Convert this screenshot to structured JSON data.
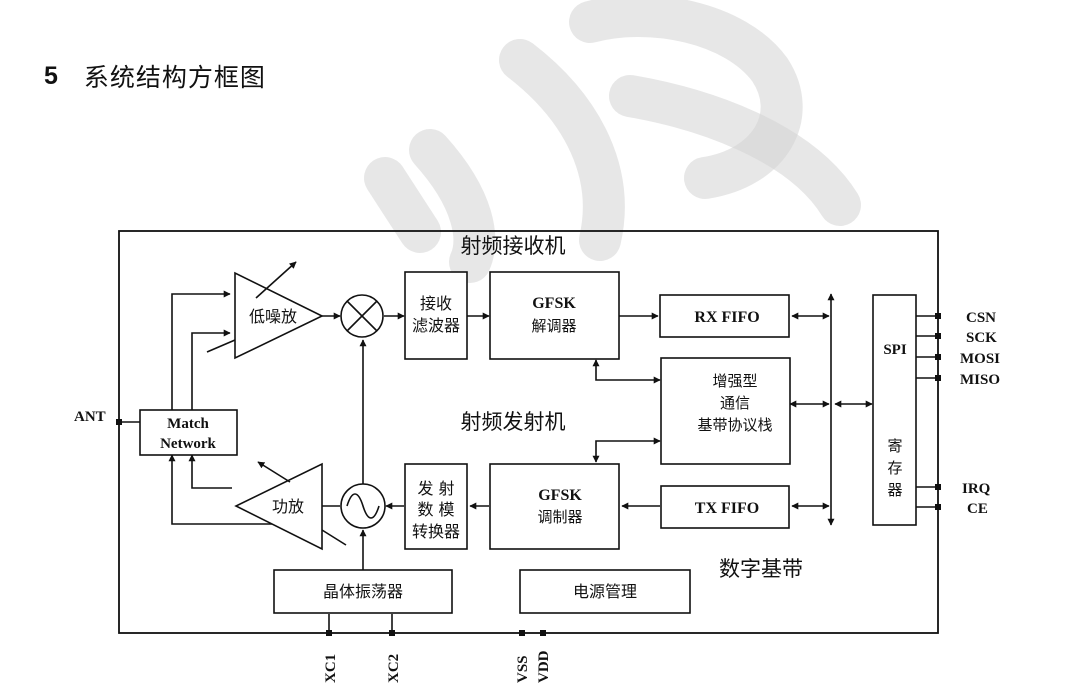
{
  "heading": {
    "number": "5",
    "title": "系统结构方框图"
  },
  "diagram": {
    "receiver_title": "射频接收机",
    "transmitter_title": "射频发射机",
    "baseband_title": "数字基带",
    "blocks": {
      "lna": "低噪放",
      "rx_filter": [
        "接收",
        "滤波器"
      ],
      "gfsk_demod": [
        "GFSK",
        "解调器"
      ],
      "rx_fifo": "RX FIFO",
      "protocol_stack": [
        "增强型",
        "通信",
        "基带协议栈"
      ],
      "match_network": [
        "Match",
        "Network"
      ],
      "pa": "功放",
      "tx_filter": [
        "发 射",
        "数 模",
        "转换器"
      ],
      "gfsk_mod": [
        "GFSK",
        "调制器"
      ],
      "tx_fifo": "TX FIFO",
      "spi": "SPI",
      "register": [
        "寄",
        "存",
        "器"
      ],
      "crystal": "晶体振荡器",
      "power": "电源管理"
    },
    "pins": {
      "ant": "ANT",
      "csn": "CSN",
      "sck": "SCK",
      "mosi": "MOSI",
      "miso": "MISO",
      "irq": "IRQ",
      "ce": "CE",
      "xc1": "XC1",
      "xc2": "XC2",
      "vss": "VSS",
      "vdd": "VDD"
    }
  }
}
